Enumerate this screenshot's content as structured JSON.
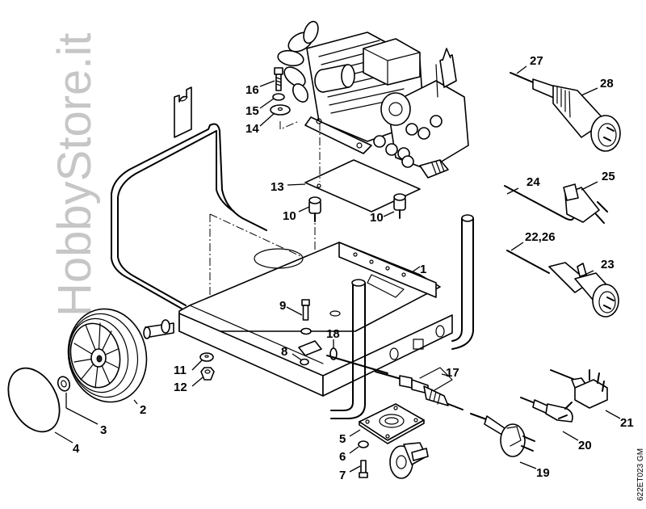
{
  "diagram": {
    "title": "Frame, wheels and power plugs – exploded parts view",
    "reference_code": "622ET023 GM",
    "watermark": "HobbyStore.it",
    "callouts": {
      "c1": "1",
      "c2": "2",
      "c3": "3",
      "c4": "4",
      "c5": "5",
      "c6": "6",
      "c7": "7",
      "c8": "8",
      "c9": "9",
      "c10a": "10",
      "c10b": "10",
      "c11": "11",
      "c12": "12",
      "c13": "13",
      "c14": "14",
      "c15": "15",
      "c16": "16",
      "c17": "17",
      "c18": "18",
      "c19": "19",
      "c20": "20",
      "c21": "21",
      "c22_26": "22,26",
      "c23": "23",
      "c24": "24",
      "c25": "25",
      "c27": "27",
      "c28": "28"
    },
    "parts": [
      {
        "id": "1",
        "name": "frame"
      },
      {
        "id": "2",
        "name": "wheel"
      },
      {
        "id": "3",
        "name": "retaining washer"
      },
      {
        "id": "4",
        "name": "hub cap"
      },
      {
        "id": "5",
        "name": "swivel caster"
      },
      {
        "id": "6",
        "name": "nut"
      },
      {
        "id": "7",
        "name": "screw"
      },
      {
        "id": "8",
        "name": "lock washer"
      },
      {
        "id": "9",
        "name": "screw"
      },
      {
        "id": "10",
        "name": "rubber mount"
      },
      {
        "id": "11",
        "name": "washer"
      },
      {
        "id": "12",
        "name": "nut"
      },
      {
        "id": "13",
        "name": "base plate"
      },
      {
        "id": "14",
        "name": "washer"
      },
      {
        "id": "15",
        "name": "spring washer"
      },
      {
        "id": "16",
        "name": "bolt"
      },
      {
        "id": "17",
        "name": "cable gland"
      },
      {
        "id": "18",
        "name": "grommet"
      },
      {
        "id": "19",
        "name": "plug"
      },
      {
        "id": "20",
        "name": "plug"
      },
      {
        "id": "21",
        "name": "plug"
      },
      {
        "id": "22,26",
        "name": "power cord"
      },
      {
        "id": "23",
        "name": "plug"
      },
      {
        "id": "24",
        "name": "power cord"
      },
      {
        "id": "25",
        "name": "plug"
      },
      {
        "id": "27",
        "name": "power cord"
      },
      {
        "id": "28",
        "name": "plug"
      }
    ]
  }
}
